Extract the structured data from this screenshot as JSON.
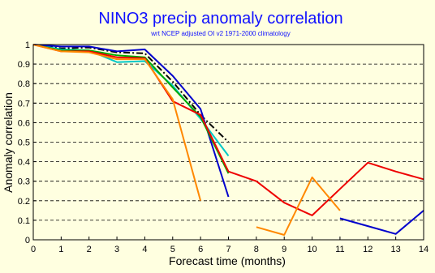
{
  "chart_data": {
    "type": "line",
    "title": "NINO3 precip anomaly correlation",
    "subtitle": "wrt NCEP adjusted OI v2 1971-2000 climatology",
    "xlabel": "Forecast time (months)",
    "ylabel": "Anomaly correlation",
    "xlim": [
      0,
      14
    ],
    "ylim": [
      0,
      1
    ],
    "xticks": [
      0,
      1,
      2,
      3,
      4,
      5,
      6,
      7,
      8,
      9,
      10,
      11,
      12,
      13,
      14
    ],
    "yticks": [
      0,
      0.1,
      0.2,
      0.3,
      0.4,
      0.5,
      0.6,
      0.7,
      0.8,
      0.9,
      1
    ],
    "grid": "horizontal-dashed",
    "series": [
      {
        "color": "#000000",
        "dash": "dashdot",
        "segments": [
          [
            [
              0,
              1.0
            ],
            [
              1,
              0.98
            ],
            [
              2,
              0.985
            ],
            [
              3,
              0.96
            ],
            [
              4,
              0.955
            ],
            [
              5,
              0.81
            ],
            [
              6,
              0.64
            ],
            [
              7,
              0.5
            ]
          ]
        ]
      },
      {
        "color": "#00c8c8",
        "segments": [
          [
            [
              0,
              1.0
            ],
            [
              1,
              0.975
            ],
            [
              2,
              0.97
            ],
            [
              3,
              0.91
            ],
            [
              4,
              0.915
            ],
            [
              5,
              0.79
            ],
            [
              6,
              0.62
            ],
            [
              7,
              0.43
            ]
          ]
        ]
      },
      {
        "color": "#0000cc",
        "segments": [
          [
            [
              0,
              1.0
            ],
            [
              1,
              0.99
            ],
            [
              2,
              0.99
            ],
            [
              3,
              0.965
            ],
            [
              4,
              0.975
            ],
            [
              5,
              0.84
            ],
            [
              6,
              0.67
            ],
            [
              7,
              0.22
            ]
          ],
          [
            [
              11,
              0.11
            ],
            [
              12,
              0.07
            ],
            [
              13,
              0.03
            ],
            [
              14,
              0.15
            ]
          ]
        ]
      },
      {
        "color": "#00aa00",
        "segments": [
          [
            [
              0,
              1.0
            ],
            [
              1,
              0.97
            ],
            [
              2,
              0.97
            ],
            [
              3,
              0.945
            ],
            [
              4,
              0.935
            ],
            [
              5,
              0.78
            ],
            [
              6,
              0.63
            ],
            [
              7,
              0.34
            ]
          ]
        ]
      },
      {
        "color": "#ee0000",
        "segments": [
          [
            [
              0,
              1.0
            ],
            [
              1,
              0.965
            ],
            [
              2,
              0.965
            ],
            [
              3,
              0.935
            ],
            [
              4,
              0.93
            ],
            [
              5,
              0.71
            ],
            [
              6,
              0.64
            ],
            [
              7,
              0.35
            ],
            [
              8,
              0.3
            ],
            [
              9,
              0.19
            ],
            [
              10,
              0.125
            ],
            [
              11,
              0.26
            ],
            [
              12,
              0.395
            ],
            [
              13,
              0.35
            ],
            [
              14,
              0.31
            ]
          ]
        ]
      },
      {
        "color": "#ff8800",
        "segments": [
          [
            [
              0,
              1.0
            ],
            [
              1,
              0.965
            ],
            [
              2,
              0.96
            ],
            [
              3,
              0.925
            ],
            [
              4,
              0.925
            ],
            [
              5,
              0.72
            ],
            [
              6,
              0.2
            ]
          ],
          [
            [
              8,
              0.065
            ],
            [
              9,
              0.025
            ],
            [
              10,
              0.32
            ],
            [
              11,
              0.15
            ]
          ]
        ]
      }
    ]
  }
}
